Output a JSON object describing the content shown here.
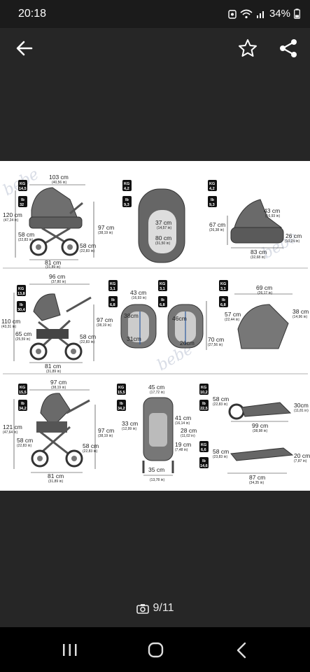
{
  "status_bar": {
    "time": "20:18",
    "battery": "34%",
    "icons": [
      "whatsapp-icon",
      "wifi-icon",
      "signal-icon",
      "battery-icon"
    ]
  },
  "app_bar": {
    "icons": [
      "back-arrow-icon",
      "star-icon",
      "share-icon"
    ]
  },
  "viewer": {
    "counter": "9/11",
    "counter_icon": "camera-icon"
  },
  "diagram": {
    "watermark": "bebe",
    "weights": {
      "w1": {
        "kg": "KG",
        "kgv": "14,5",
        "lb": "lb",
        "lbv": "32"
      },
      "w2": {
        "kg": "KG",
        "kgv": "4,2",
        "lb": "lb",
        "lbv": "9,3"
      },
      "w3": {
        "kg": "KG",
        "kgv": "4,2",
        "lb": "lb",
        "lbv": "9,3"
      },
      "w4": {
        "kg": "KG",
        "kgv": "13,8",
        "lb": "lb",
        "lbv": "30,4"
      },
      "w5": {
        "kg": "KG",
        "kgv": "3,1",
        "lb": "lb",
        "lbv": "6,8"
      },
      "w6": {
        "kg": "KG",
        "kgv": "3,1",
        "lb": "lb",
        "lbv": "6,8"
      },
      "w7": {
        "kg": "KG",
        "kgv": "3,1",
        "lb": "lb",
        "lbv": "6,8"
      },
      "w8": {
        "kg": "KG",
        "kgv": "15,5",
        "lb": "lb",
        "lbv": "34,2"
      },
      "w9": {
        "kg": "KG",
        "kgv": "15,5",
        "lb": "lb",
        "lbv": "34,2"
      },
      "w10": {
        "kg": "KG",
        "kgv": "10,2",
        "lb": "lb",
        "lbv": "22,5"
      },
      "w11": {
        "kg": "KG",
        "kgv": "6,6",
        "lb": "lb",
        "lbv": "14,6"
      }
    },
    "r1": {
      "a": {
        "top": "103 cm",
        "top_in": "(40,56 in)",
        "left": "120 cm",
        "left_in": "(47,24 in)",
        "inner": "58 cm",
        "inner_in": "(22,83 in)",
        "right": "97 cm",
        "right_in": "(38,19 in)",
        "wheel": "58 cm",
        "wheel_in": "(22,83 in)",
        "bottom": "81 cm",
        "bottom_in": "(31,89 in)"
      },
      "b": {
        "w": "37 cm",
        "w_in": "(14,57 in)",
        "h": "80 cm",
        "h_in": "(31,50 in)"
      },
      "c": {
        "h": "43 cm",
        "h_in": "(16,93 in)",
        "left": "67 cm",
        "left_in": "(26,38 in)",
        "right": "26 cm",
        "right_in": "(10,24 in)",
        "bottom": "83 cm",
        "bottom_in": "(32,68 in)"
      }
    },
    "r2": {
      "a": {
        "top": "96 cm",
        "top_in": "(37,80 in)",
        "left": "110 cm",
        "left_in": "(43,31 in)",
        "inner": "65 cm",
        "inner_in": "(25,59 in)",
        "right": "97 cm",
        "right_in": "(38,19 in)",
        "wheel": "58 cm",
        "wheel_in": "(22,83 in)",
        "bottom": "81 cm",
        "bottom_in": "(31,89 in)"
      },
      "b": {
        "top": "43 cm",
        "top_in": "(16,93 in)",
        "s1": "38cm",
        "s2": "31cm",
        "s3": "46cm",
        "s4": "26cm"
      },
      "c": {
        "top": "69 cm",
        "top_in": "(26,17 in)",
        "left": "57 cm",
        "left_in": "(22,44 in)",
        "right": "38 cm",
        "right_in": "(14,96 in)",
        "far": "70 cm",
        "far_in": "(27,56 in)"
      }
    },
    "r3": {
      "a": {
        "top": "97 cm",
        "top_in": "(38,19 in)",
        "left": "121 cm",
        "left_in": "(47,64 in)",
        "inner": "58 cm",
        "inner_in": "(22,83 in)",
        "right": "97 cm",
        "right_in": "(38,19 in)",
        "wheel": "58 cm",
        "wheel_in": "(22,83 in)",
        "bottom": "81 cm",
        "bottom_in": "(31,89 in)"
      },
      "b": {
        "top": "45 cm",
        "top_in": "(17,72 in)",
        "d1": "33 cm",
        "d1_in": "(12,99 in)",
        "d2": "41 cm",
        "d2_in": "(16,14 in)",
        "d3": "28 cm",
        "d3_in": "(11,02 in)",
        "d4": "19 cm",
        "d4_in": "(7,48 in)",
        "bottom": "35 cm",
        "bottom_in": "(13,78 in)"
      },
      "c": {
        "h1": "58 cm",
        "h1_in": "(22,83 in)",
        "r1": "30cm",
        "r1_in": "(11,81 in)",
        "w1": "99 cm",
        "w1_in": "(38,98 in)",
        "h2": "58 cm",
        "h2_in": "(23,83 in)",
        "r2": "20 cm",
        "r2_in": "(7,87 in)",
        "w2": "87 cm",
        "w2_in": "(34,35 in)"
      }
    }
  }
}
